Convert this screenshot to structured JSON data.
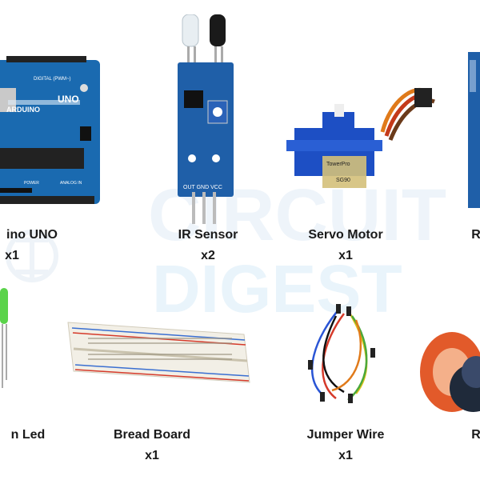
{
  "watermark": {
    "line1": "CIRCUIT",
    "line2": "DIGEST"
  },
  "components": [
    {
      "name": "ino UNO",
      "qty": "x1"
    },
    {
      "name": "IR Sensor",
      "qty": "x2"
    },
    {
      "name": "Servo Motor",
      "qty": "x1"
    },
    {
      "name": "R",
      "qty": ""
    },
    {
      "name": "n Led",
      "qty": ""
    },
    {
      "name": "Bread Board",
      "qty": "x1"
    },
    {
      "name": "Jumper Wire",
      "qty": "x1"
    },
    {
      "name": "R",
      "qty": ""
    }
  ],
  "arduino": {
    "brand": "ARDUINO",
    "model": "UNO",
    "digital": "DIGITAL (PWM~)",
    "analog": "ANALOG IN",
    "power": "POWER"
  },
  "ir": {
    "pins": "OUT GND VCC"
  },
  "servo": {
    "brand": "TowerPro",
    "model": "SG90"
  }
}
